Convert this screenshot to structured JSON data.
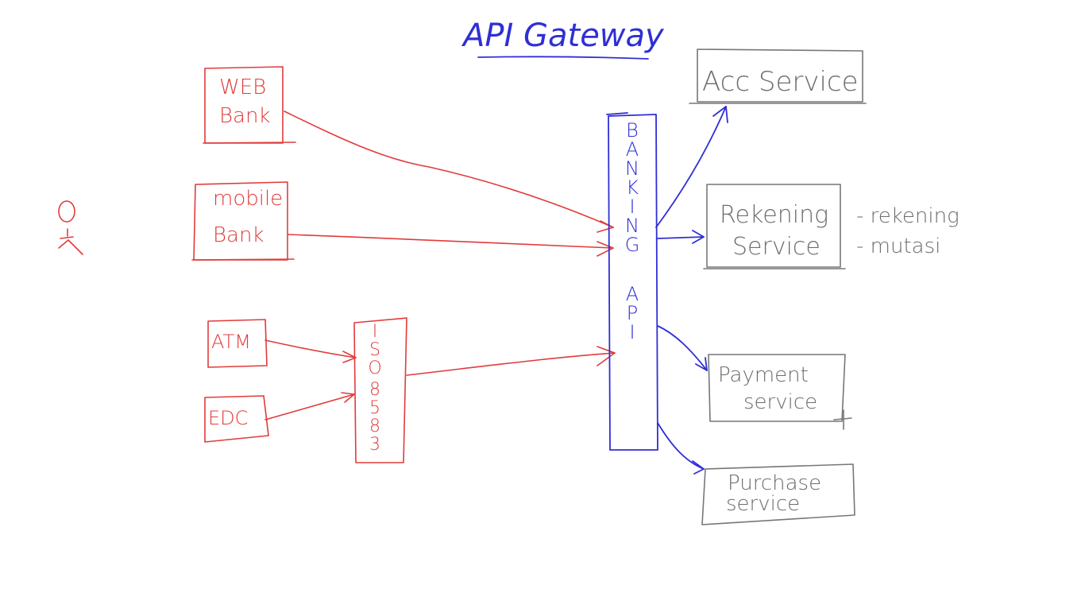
{
  "title": "API Gateway",
  "user_icon": "person-icon",
  "clients": {
    "web_bank": [
      "WEB",
      "Bank"
    ],
    "mobile_bank": [
      "mobile",
      "Bank"
    ],
    "atm": "ATM",
    "edc": "EDC"
  },
  "iso": [
    "I",
    "S",
    "O",
    "8",
    "5",
    "8",
    "3"
  ],
  "banking_api": [
    "B",
    "A",
    "N",
    "K",
    "I",
    "N",
    "G",
    "A",
    "P",
    "I"
  ],
  "services": {
    "acc": "Acc Service",
    "rekening": [
      "Rekening",
      "Service"
    ],
    "rekening_notes": [
      "- rekening",
      "- mutasi"
    ],
    "payment": [
      "Payment",
      "service"
    ],
    "purchase": [
      "Purchase",
      "service"
    ]
  },
  "colors": {
    "clients": "#e23b3b",
    "gateway": "#2f2fd6",
    "services": "#6d6d6d"
  }
}
